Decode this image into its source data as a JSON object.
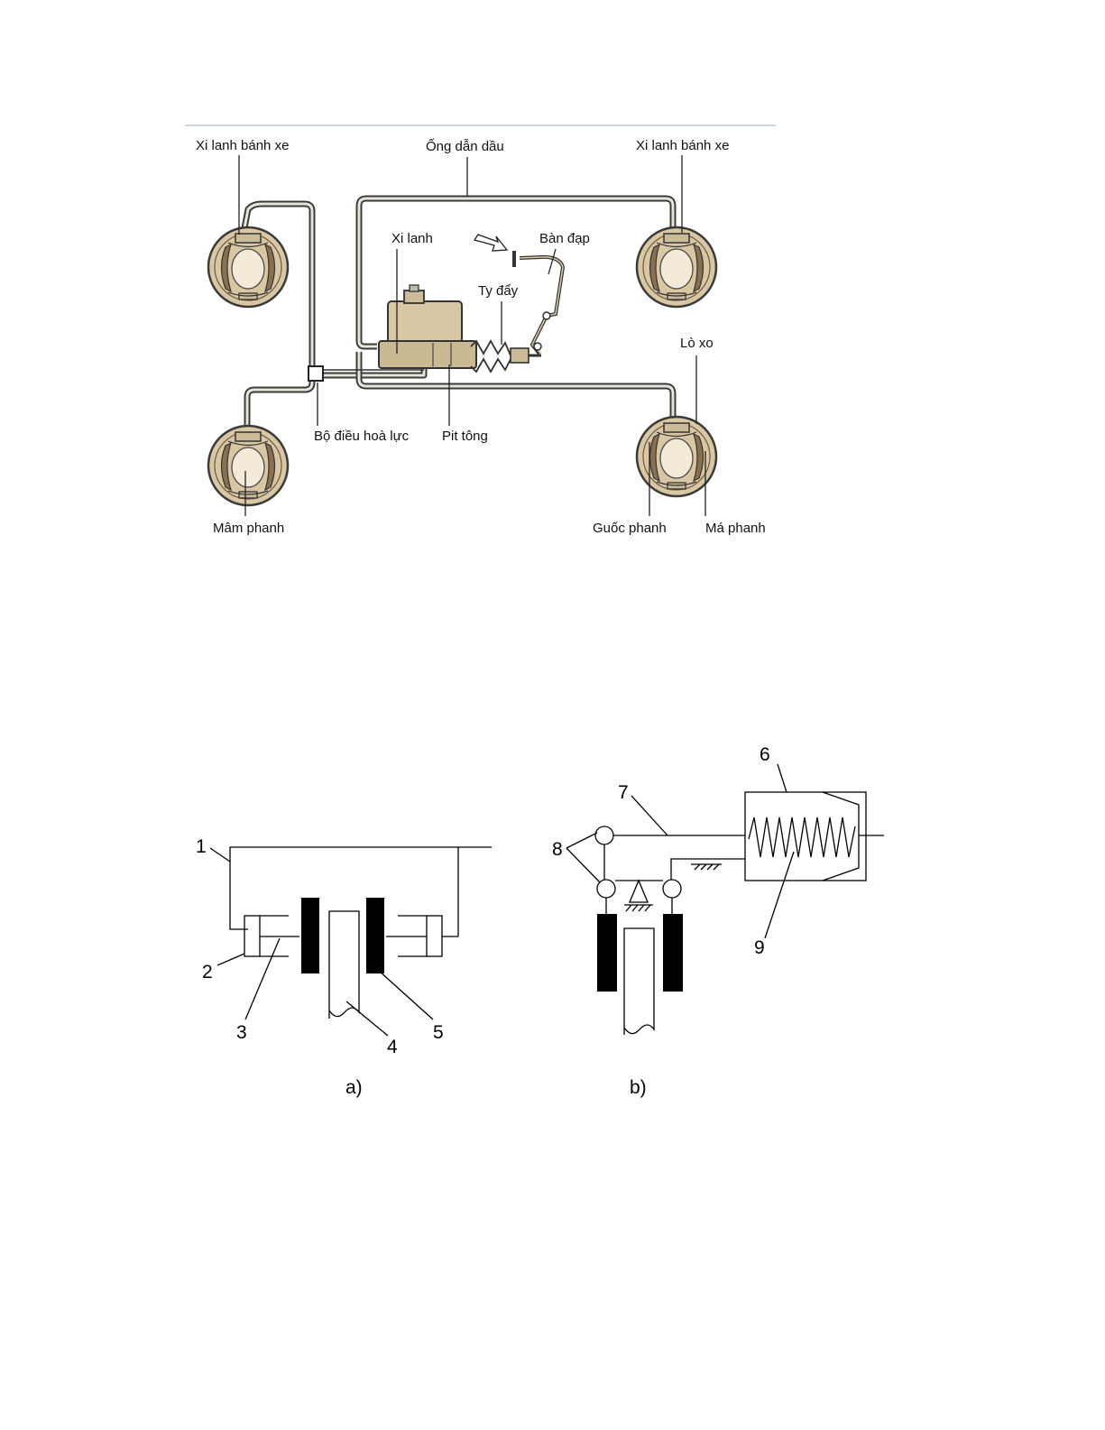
{
  "figure1": {
    "labels": {
      "wheel_cylinder_left": "Xi lanh bánh xe",
      "fluid_line": "Ống dẫn dầu",
      "wheel_cylinder_right": "Xi lanh bánh xe",
      "master_cylinder": "Xi lanh",
      "pedal": "Bàn đạp",
      "push_rod": "Ty đẩy",
      "spring": "Lò xo",
      "pressure_regulator": "Bộ điều hoà lực",
      "piston": "Pit tông",
      "backing_plate": "Mâm phanh",
      "brake_shoe": "Guốc phanh",
      "brake_lining": "Má phanh"
    }
  },
  "figure2": {
    "numbers": {
      "n1": "1",
      "n2": "2",
      "n3": "3",
      "n4": "4",
      "n5": "5",
      "n6": "6",
      "n7": "7",
      "n8": "8",
      "n9": "9"
    },
    "captions": {
      "a": "a)",
      "b": "b)"
    }
  },
  "colors": {
    "drum": "#d9c7a4",
    "pipe": "#3b3b3b",
    "pad": "#000000",
    "rule": "#b8c8d8"
  }
}
